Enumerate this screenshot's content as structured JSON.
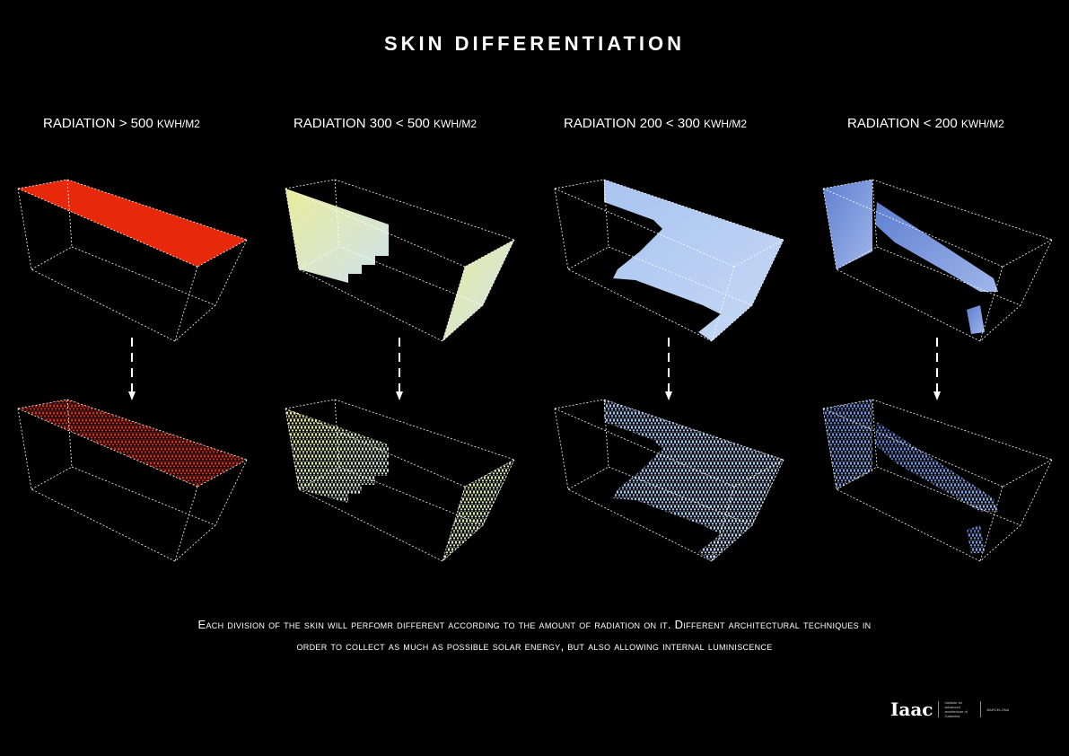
{
  "title": "SKIN DIFFERENTIATION",
  "columns": [
    {
      "label": "RADIATION > 500 ",
      "unit": "KWH/M2",
      "color": "#e8280a"
    },
    {
      "label": "RADIATION 300 < 500 ",
      "unit": "KWH/M2",
      "color": "#dfe8b0"
    },
    {
      "label": "RADIATION  200 < 300 ",
      "unit": "KWH/M2",
      "color": "#b4ccf0"
    },
    {
      "label": "RADIATION < 200 ",
      "unit": "KWH/M2",
      "color": "#6d8cd6"
    }
  ],
  "caption": {
    "line1": "Each division of the skin will perfomr different according to the amount of radiation on it. Different architectural techniques in",
    "line2": "order to collect as much as possible solar energy, but also allowing internal luminiscence"
  },
  "logo": {
    "mark": "Iaac",
    "text": "Institute for advanced architecture of Catalonia",
    "city": "BARCELONA"
  }
}
